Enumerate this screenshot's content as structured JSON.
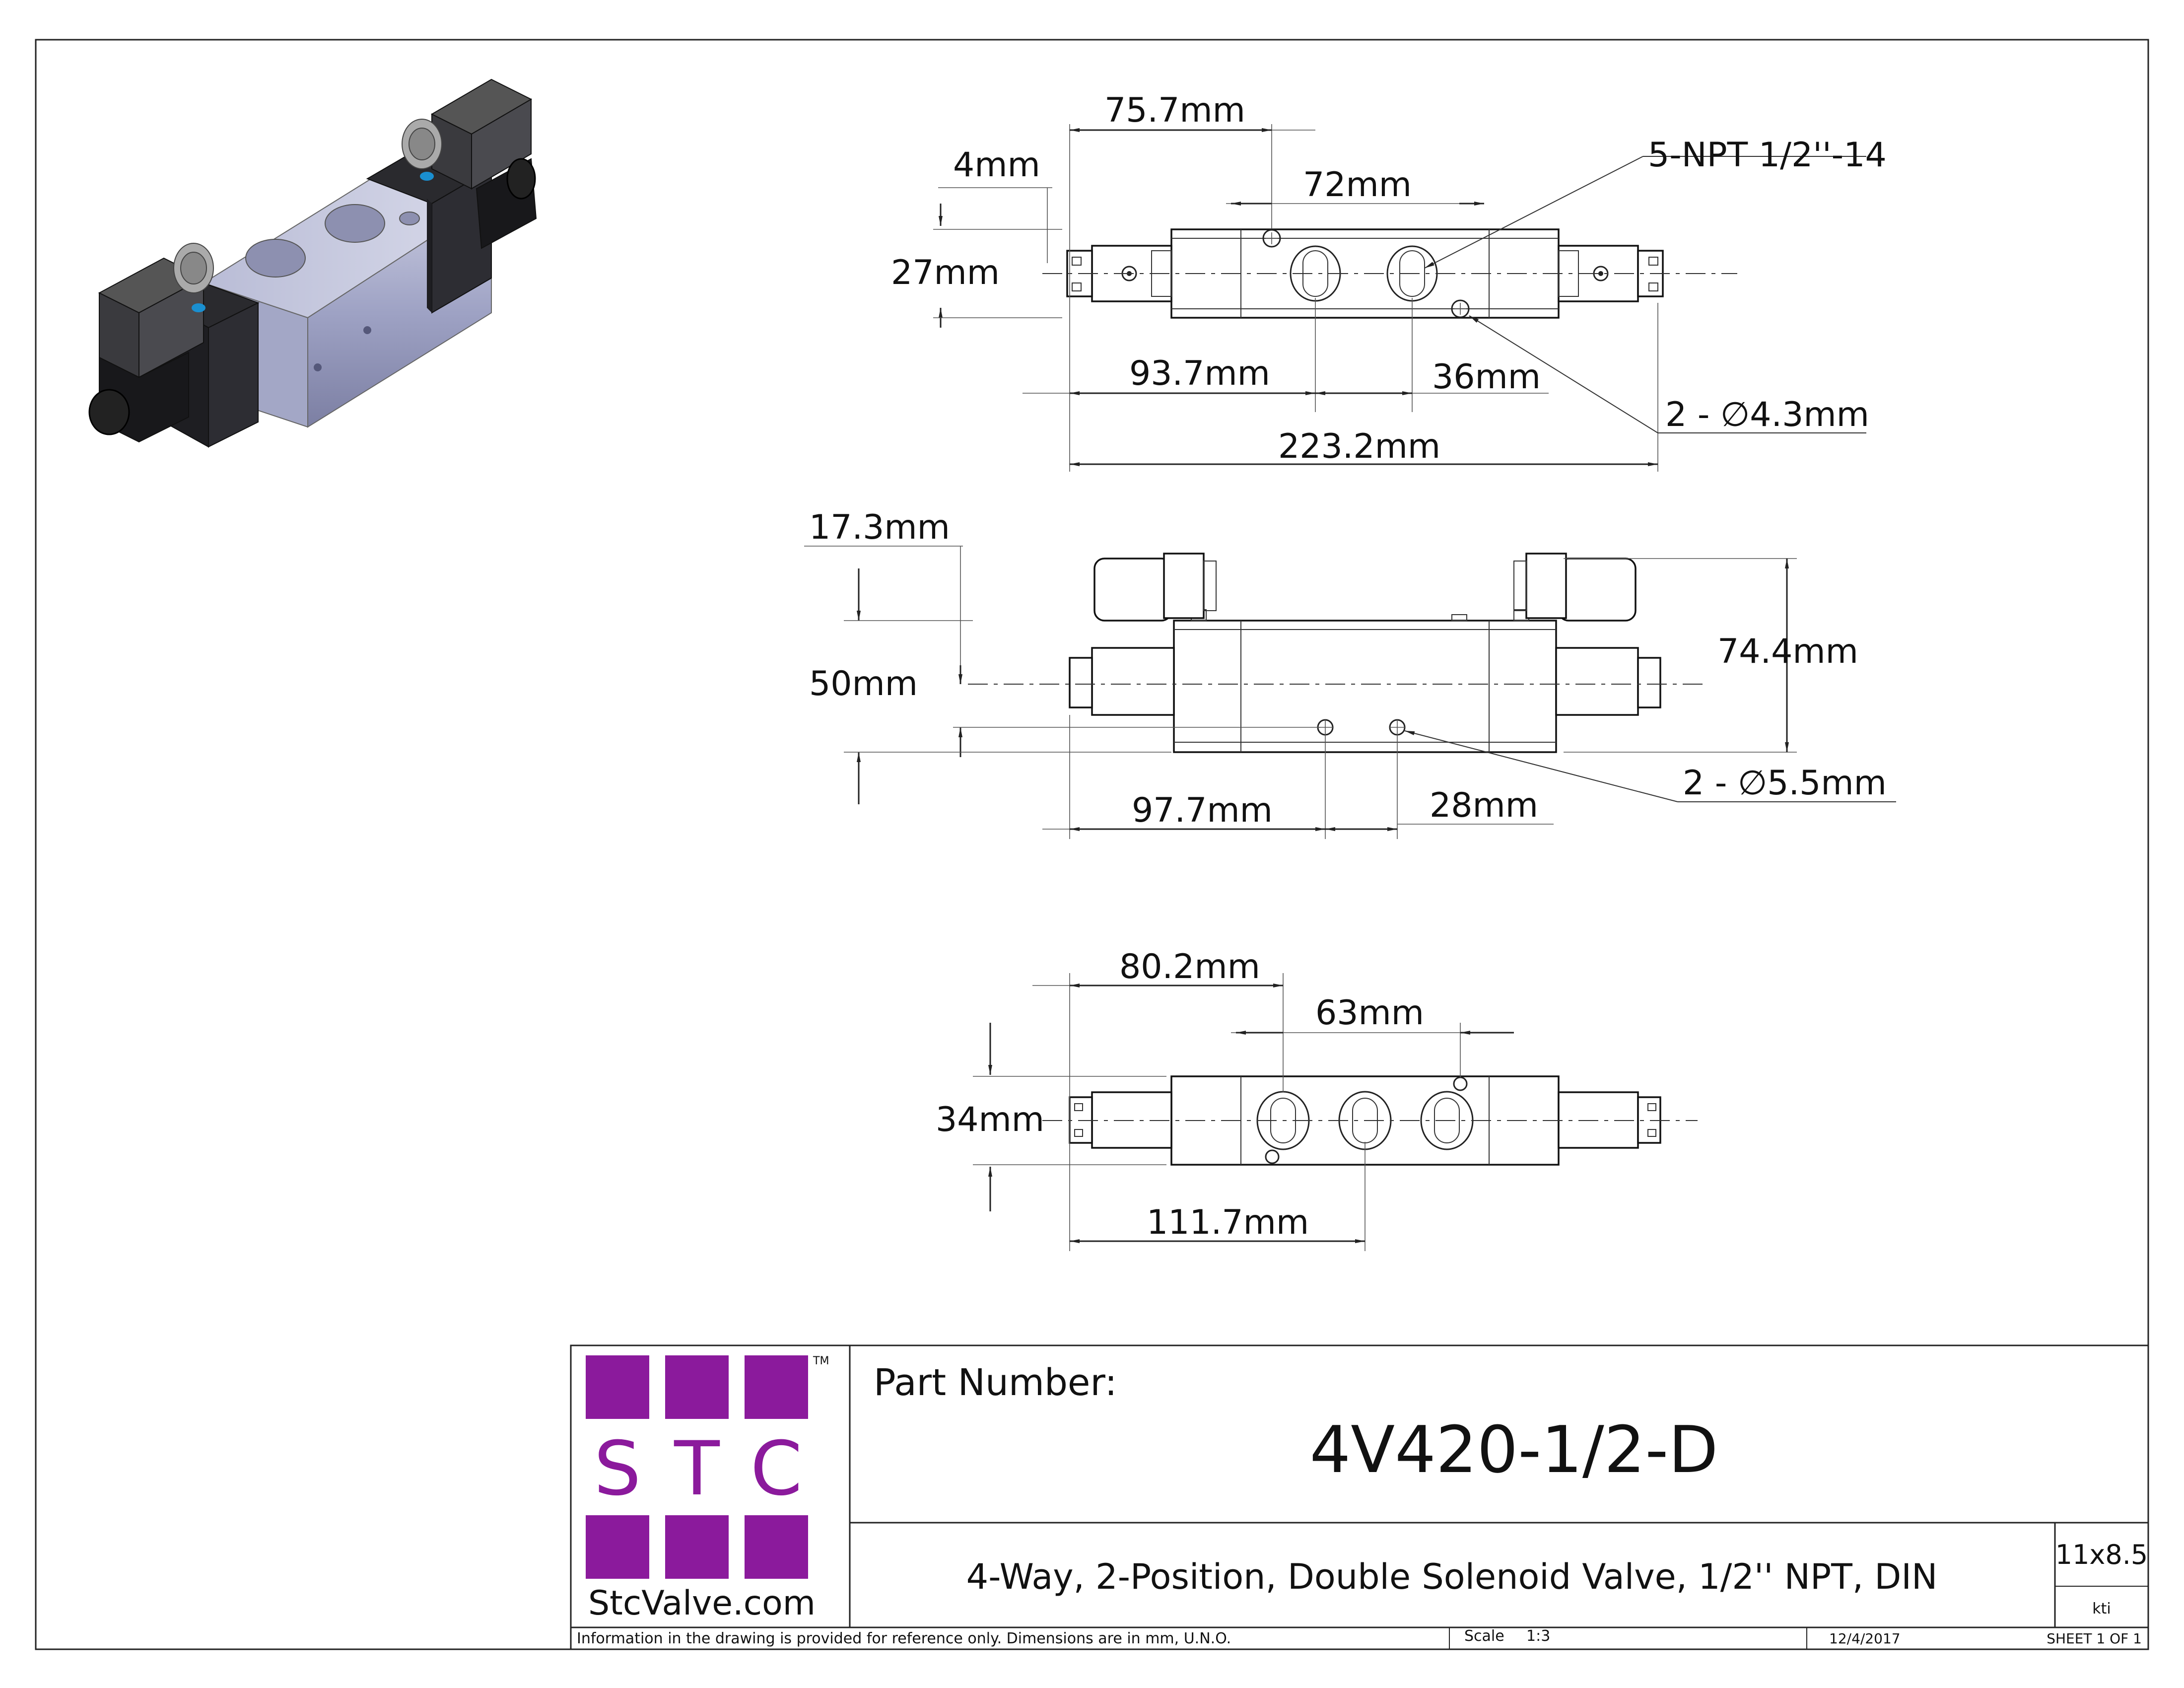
{
  "drawing": {
    "top_view": {
      "dims": {
        "d1": "75.7mm",
        "d2": "4mm",
        "d3": "72mm",
        "d4": "27mm",
        "d5": "93.7mm",
        "d6": "36mm",
        "d7": "223.2mm"
      },
      "callouts": {
        "ports": "5-NPT 1/2''-14",
        "holes": "2 - ∅4.3mm"
      }
    },
    "front_view": {
      "dims": {
        "d1": "17.3mm",
        "d2": "50mm",
        "d3": "74.4mm",
        "d4": "97.7mm",
        "d5": "28mm"
      },
      "callouts": {
        "holes": "2 - ∅5.5mm"
      }
    },
    "bottom_view": {
      "dims": {
        "d1": "80.2mm",
        "d2": "63mm",
        "d3": "34mm",
        "d4": "111.7mm"
      }
    }
  },
  "title_block": {
    "logo_letters": [
      "S",
      "T",
      "C"
    ],
    "logo_tm": "TM",
    "website": "StcValve.com",
    "logo_color": "#8B1A9C",
    "part_number_label": "Part Number:",
    "part_number": "4V420-1/2-D",
    "description": "4-Way, 2-Position, Double Solenoid Valve, 1/2'' NPT, DIN",
    "size": "11x8.5",
    "drawn_by": "kti",
    "disclaimer": "Information in the drawing is provided for reference only. Dimensions are in mm, U.N.O.",
    "scale_label": "Scale",
    "scale_value": "1:3",
    "date": "12/4/2017",
    "sheet": "SHEET 1 OF 1"
  }
}
